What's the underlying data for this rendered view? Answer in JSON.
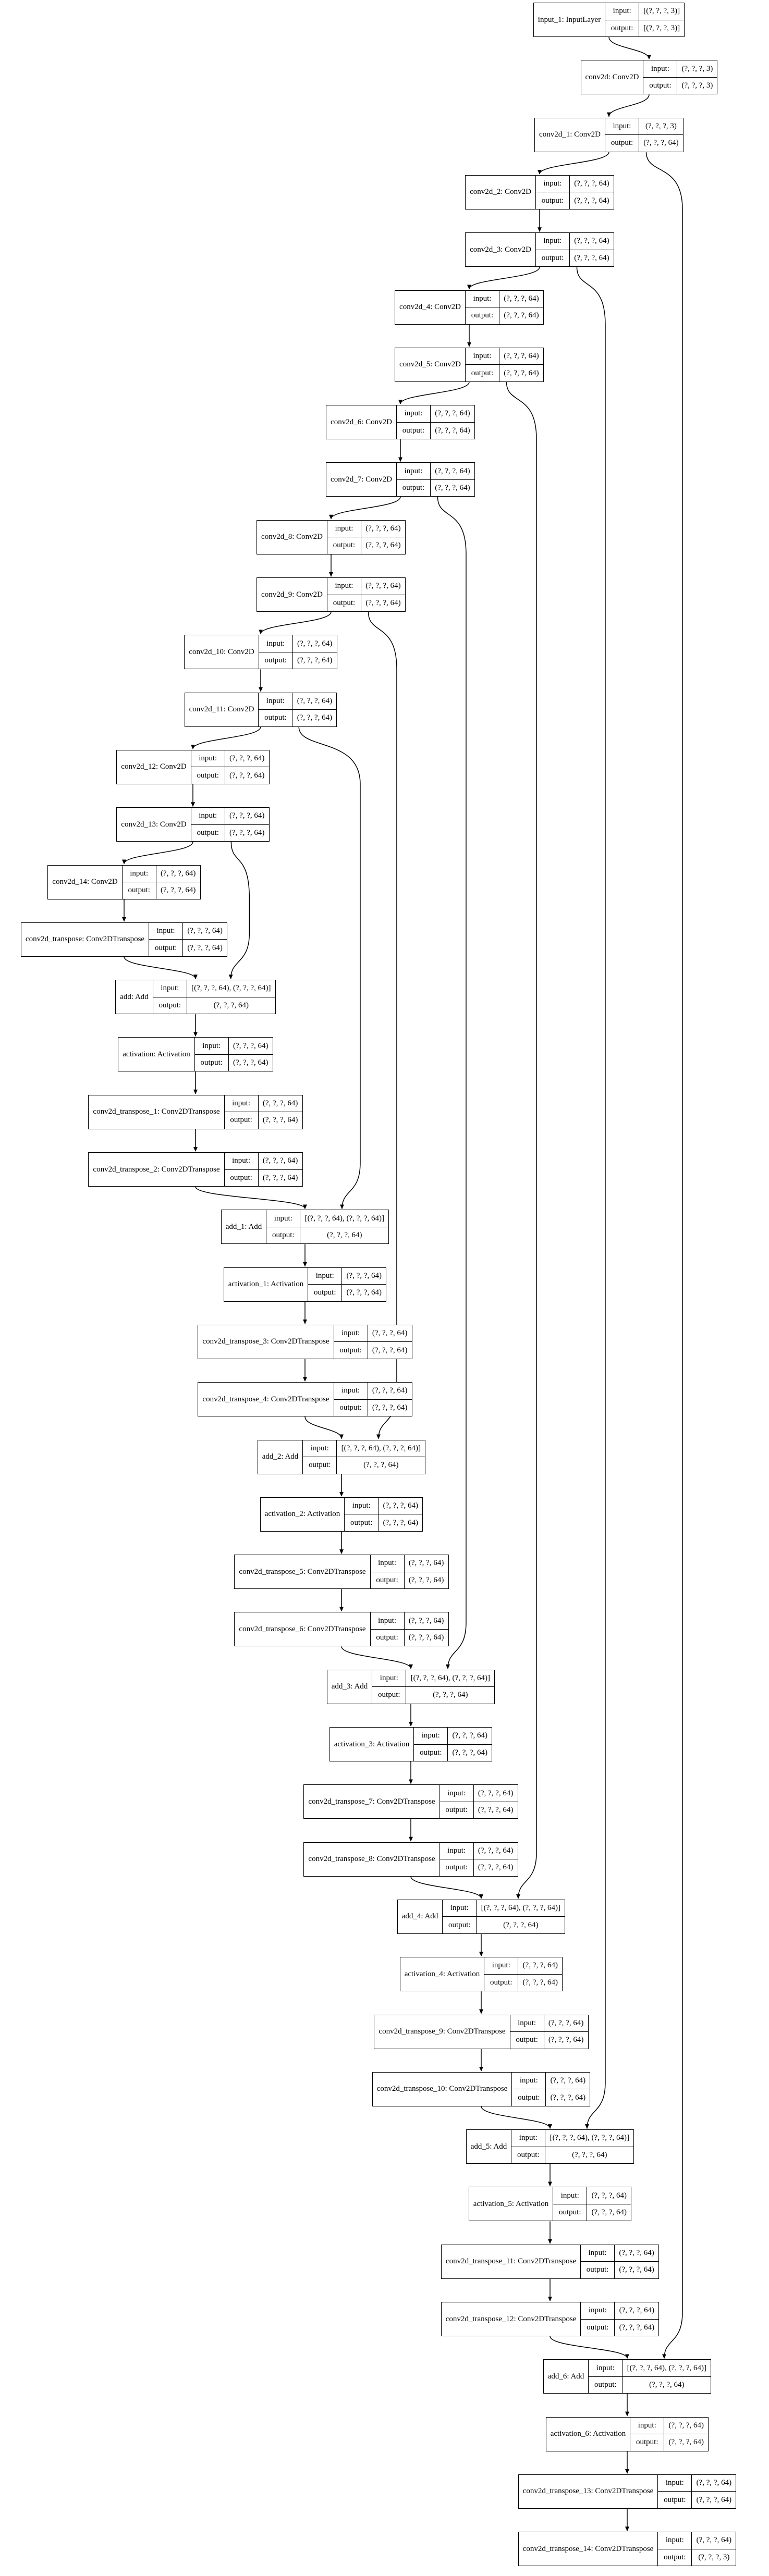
{
  "nodes": [
    {
      "name": "input_1: InputLayer",
      "input": "[(?, ?, ?, 3)]",
      "output": "[(?, ?, ?, 3)]"
    },
    {
      "name": "conv2d: Conv2D",
      "input": "(?, ?, ?, 3)",
      "output": "(?, ?, ?, 3)"
    },
    {
      "name": "conv2d_1: Conv2D",
      "input": "(?, ?, ?, 3)",
      "output": "(?, ?, ?, 64)"
    },
    {
      "name": "conv2d_2: Conv2D",
      "input": "(?, ?, ?, 64)",
      "output": "(?, ?, ?, 64)"
    },
    {
      "name": "conv2d_3: Conv2D",
      "input": "(?, ?, ?, 64)",
      "output": "(?, ?, ?, 64)"
    },
    {
      "name": "conv2d_4: Conv2D",
      "input": "(?, ?, ?, 64)",
      "output": "(?, ?, ?, 64)"
    },
    {
      "name": "conv2d_5: Conv2D",
      "input": "(?, ?, ?, 64)",
      "output": "(?, ?, ?, 64)"
    },
    {
      "name": "conv2d_6: Conv2D",
      "input": "(?, ?, ?, 64)",
      "output": "(?, ?, ?, 64)"
    },
    {
      "name": "conv2d_7: Conv2D",
      "input": "(?, ?, ?, 64)",
      "output": "(?, ?, ?, 64)"
    },
    {
      "name": "conv2d_8: Conv2D",
      "input": "(?, ?, ?, 64)",
      "output": "(?, ?, ?, 64)"
    },
    {
      "name": "conv2d_9: Conv2D",
      "input": "(?, ?, ?, 64)",
      "output": "(?, ?, ?, 64)"
    },
    {
      "name": "conv2d_10: Conv2D",
      "input": "(?, ?, ?, 64)",
      "output": "(?, ?, ?, 64)"
    },
    {
      "name": "conv2d_11: Conv2D",
      "input": "(?, ?, ?, 64)",
      "output": "(?, ?, ?, 64)"
    },
    {
      "name": "conv2d_12: Conv2D",
      "input": "(?, ?, ?, 64)",
      "output": "(?, ?, ?, 64)"
    },
    {
      "name": "conv2d_13: Conv2D",
      "input": "(?, ?, ?, 64)",
      "output": "(?, ?, ?, 64)"
    },
    {
      "name": "conv2d_14: Conv2D",
      "input": "(?, ?, ?, 64)",
      "output": "(?, ?, ?, 64)"
    },
    {
      "name": "conv2d_transpose: Conv2DTranspose",
      "input": "(?, ?, ?, 64)",
      "output": "(?, ?, ?, 64)"
    },
    {
      "name": "add: Add",
      "input": "[(?, ?, ?, 64), (?, ?, ?, 64)]",
      "output": "(?, ?, ?, 64)"
    },
    {
      "name": "activation: Activation",
      "input": "(?, ?, ?, 64)",
      "output": "(?, ?, ?, 64)"
    },
    {
      "name": "conv2d_transpose_1: Conv2DTranspose",
      "input": "(?, ?, ?, 64)",
      "output": "(?, ?, ?, 64)"
    },
    {
      "name": "conv2d_transpose_2: Conv2DTranspose",
      "input": "(?, ?, ?, 64)",
      "output": "(?, ?, ?, 64)"
    },
    {
      "name": "add_1: Add",
      "input": "[(?, ?, ?, 64), (?, ?, ?, 64)]",
      "output": "(?, ?, ?, 64)"
    },
    {
      "name": "activation_1: Activation",
      "input": "(?, ?, ?, 64)",
      "output": "(?, ?, ?, 64)"
    },
    {
      "name": "conv2d_transpose_3: Conv2DTranspose",
      "input": "(?, ?, ?, 64)",
      "output": "(?, ?, ?, 64)"
    },
    {
      "name": "conv2d_transpose_4: Conv2DTranspose",
      "input": "(?, ?, ?, 64)",
      "output": "(?, ?, ?, 64)"
    },
    {
      "name": "add_2: Add",
      "input": "[(?, ?, ?, 64), (?, ?, ?, 64)]",
      "output": "(?, ?, ?, 64)"
    },
    {
      "name": "activation_2: Activation",
      "input": "(?, ?, ?, 64)",
      "output": "(?, ?, ?, 64)"
    },
    {
      "name": "conv2d_transpose_5: Conv2DTranspose",
      "input": "(?, ?, ?, 64)",
      "output": "(?, ?, ?, 64)"
    },
    {
      "name": "conv2d_transpose_6: Conv2DTranspose",
      "input": "(?, ?, ?, 64)",
      "output": "(?, ?, ?, 64)"
    },
    {
      "name": "add_3: Add",
      "input": "[(?, ?, ?, 64), (?, ?, ?, 64)]",
      "output": "(?, ?, ?, 64)"
    },
    {
      "name": "activation_3: Activation",
      "input": "(?, ?, ?, 64)",
      "output": "(?, ?, ?, 64)"
    },
    {
      "name": "conv2d_transpose_7: Conv2DTranspose",
      "input": "(?, ?, ?, 64)",
      "output": "(?, ?, ?, 64)"
    },
    {
      "name": "conv2d_transpose_8: Conv2DTranspose",
      "input": "(?, ?, ?, 64)",
      "output": "(?, ?, ?, 64)"
    },
    {
      "name": "add_4: Add",
      "input": "[(?, ?, ?, 64), (?, ?, ?, 64)]",
      "output": "(?, ?, ?, 64)"
    },
    {
      "name": "activation_4: Activation",
      "input": "(?, ?, ?, 64)",
      "output": "(?, ?, ?, 64)"
    },
    {
      "name": "conv2d_transpose_9: Conv2DTranspose",
      "input": "(?, ?, ?, 64)",
      "output": "(?, ?, ?, 64)"
    },
    {
      "name": "conv2d_transpose_10: Conv2DTranspose",
      "input": "(?, ?, ?, 64)",
      "output": "(?, ?, ?, 64)"
    },
    {
      "name": "add_5: Add",
      "input": "[(?, ?, ?, 64), (?, ?, ?, 64)]",
      "output": "(?, ?, ?, 64)"
    },
    {
      "name": "activation_5: Activation",
      "input": "(?, ?, ?, 64)",
      "output": "(?, ?, ?, 64)"
    },
    {
      "name": "conv2d_transpose_11: Conv2DTranspose",
      "input": "(?, ?, ?, 64)",
      "output": "(?, ?, ?, 64)"
    },
    {
      "name": "conv2d_transpose_12: Conv2DTranspose",
      "input": "(?, ?, ?, 64)",
      "output": "(?, ?, ?, 64)"
    },
    {
      "name": "add_6: Add",
      "input": "[(?, ?, ?, 64), (?, ?, ?, 64)]",
      "output": "(?, ?, ?, 64)"
    },
    {
      "name": "activation_6: Activation",
      "input": "(?, ?, ?, 64)",
      "output": "(?, ?, ?, 64)"
    },
    {
      "name": "conv2d_transpose_13: Conv2DTranspose",
      "input": "(?, ?, ?, 64)",
      "output": "(?, ?, ?, 64)"
    },
    {
      "name": "conv2d_transpose_14: Conv2DTranspose",
      "input": "(?, ?, ?, 64)",
      "output": "(?, ?, ?, 3)"
    }
  ],
  "labels": {
    "input": "input:",
    "output": "output:"
  },
  "edges": [
    [
      0,
      1
    ],
    [
      1,
      2
    ],
    [
      2,
      3
    ],
    [
      3,
      4
    ],
    [
      4,
      5
    ],
    [
      5,
      6
    ],
    [
      6,
      7
    ],
    [
      7,
      8
    ],
    [
      8,
      9
    ],
    [
      9,
      10
    ],
    [
      10,
      11
    ],
    [
      11,
      12
    ],
    [
      12,
      13
    ],
    [
      13,
      14
    ],
    [
      14,
      15
    ],
    [
      15,
      16
    ],
    [
      16,
      17
    ],
    [
      14,
      17
    ],
    [
      17,
      18
    ],
    [
      18,
      19
    ],
    [
      19,
      20
    ],
    [
      20,
      21
    ],
    [
      12,
      21
    ],
    [
      21,
      22
    ],
    [
      22,
      23
    ],
    [
      23,
      24
    ],
    [
      24,
      25
    ],
    [
      10,
      25
    ],
    [
      25,
      26
    ],
    [
      26,
      27
    ],
    [
      27,
      28
    ],
    [
      28,
      29
    ],
    [
      8,
      29
    ],
    [
      29,
      30
    ],
    [
      30,
      31
    ],
    [
      31,
      32
    ],
    [
      32,
      33
    ],
    [
      6,
      33
    ],
    [
      33,
      34
    ],
    [
      34,
      35
    ],
    [
      35,
      36
    ],
    [
      36,
      37
    ],
    [
      4,
      37
    ],
    [
      37,
      38
    ],
    [
      38,
      39
    ],
    [
      39,
      40
    ],
    [
      40,
      41
    ],
    [
      2,
      41
    ],
    [
      41,
      42
    ],
    [
      42,
      43
    ],
    [
      43,
      44
    ]
  ],
  "colors": {
    "stroke": "#000000",
    "fill": "#ffffff",
    "text": "#000000"
  }
}
